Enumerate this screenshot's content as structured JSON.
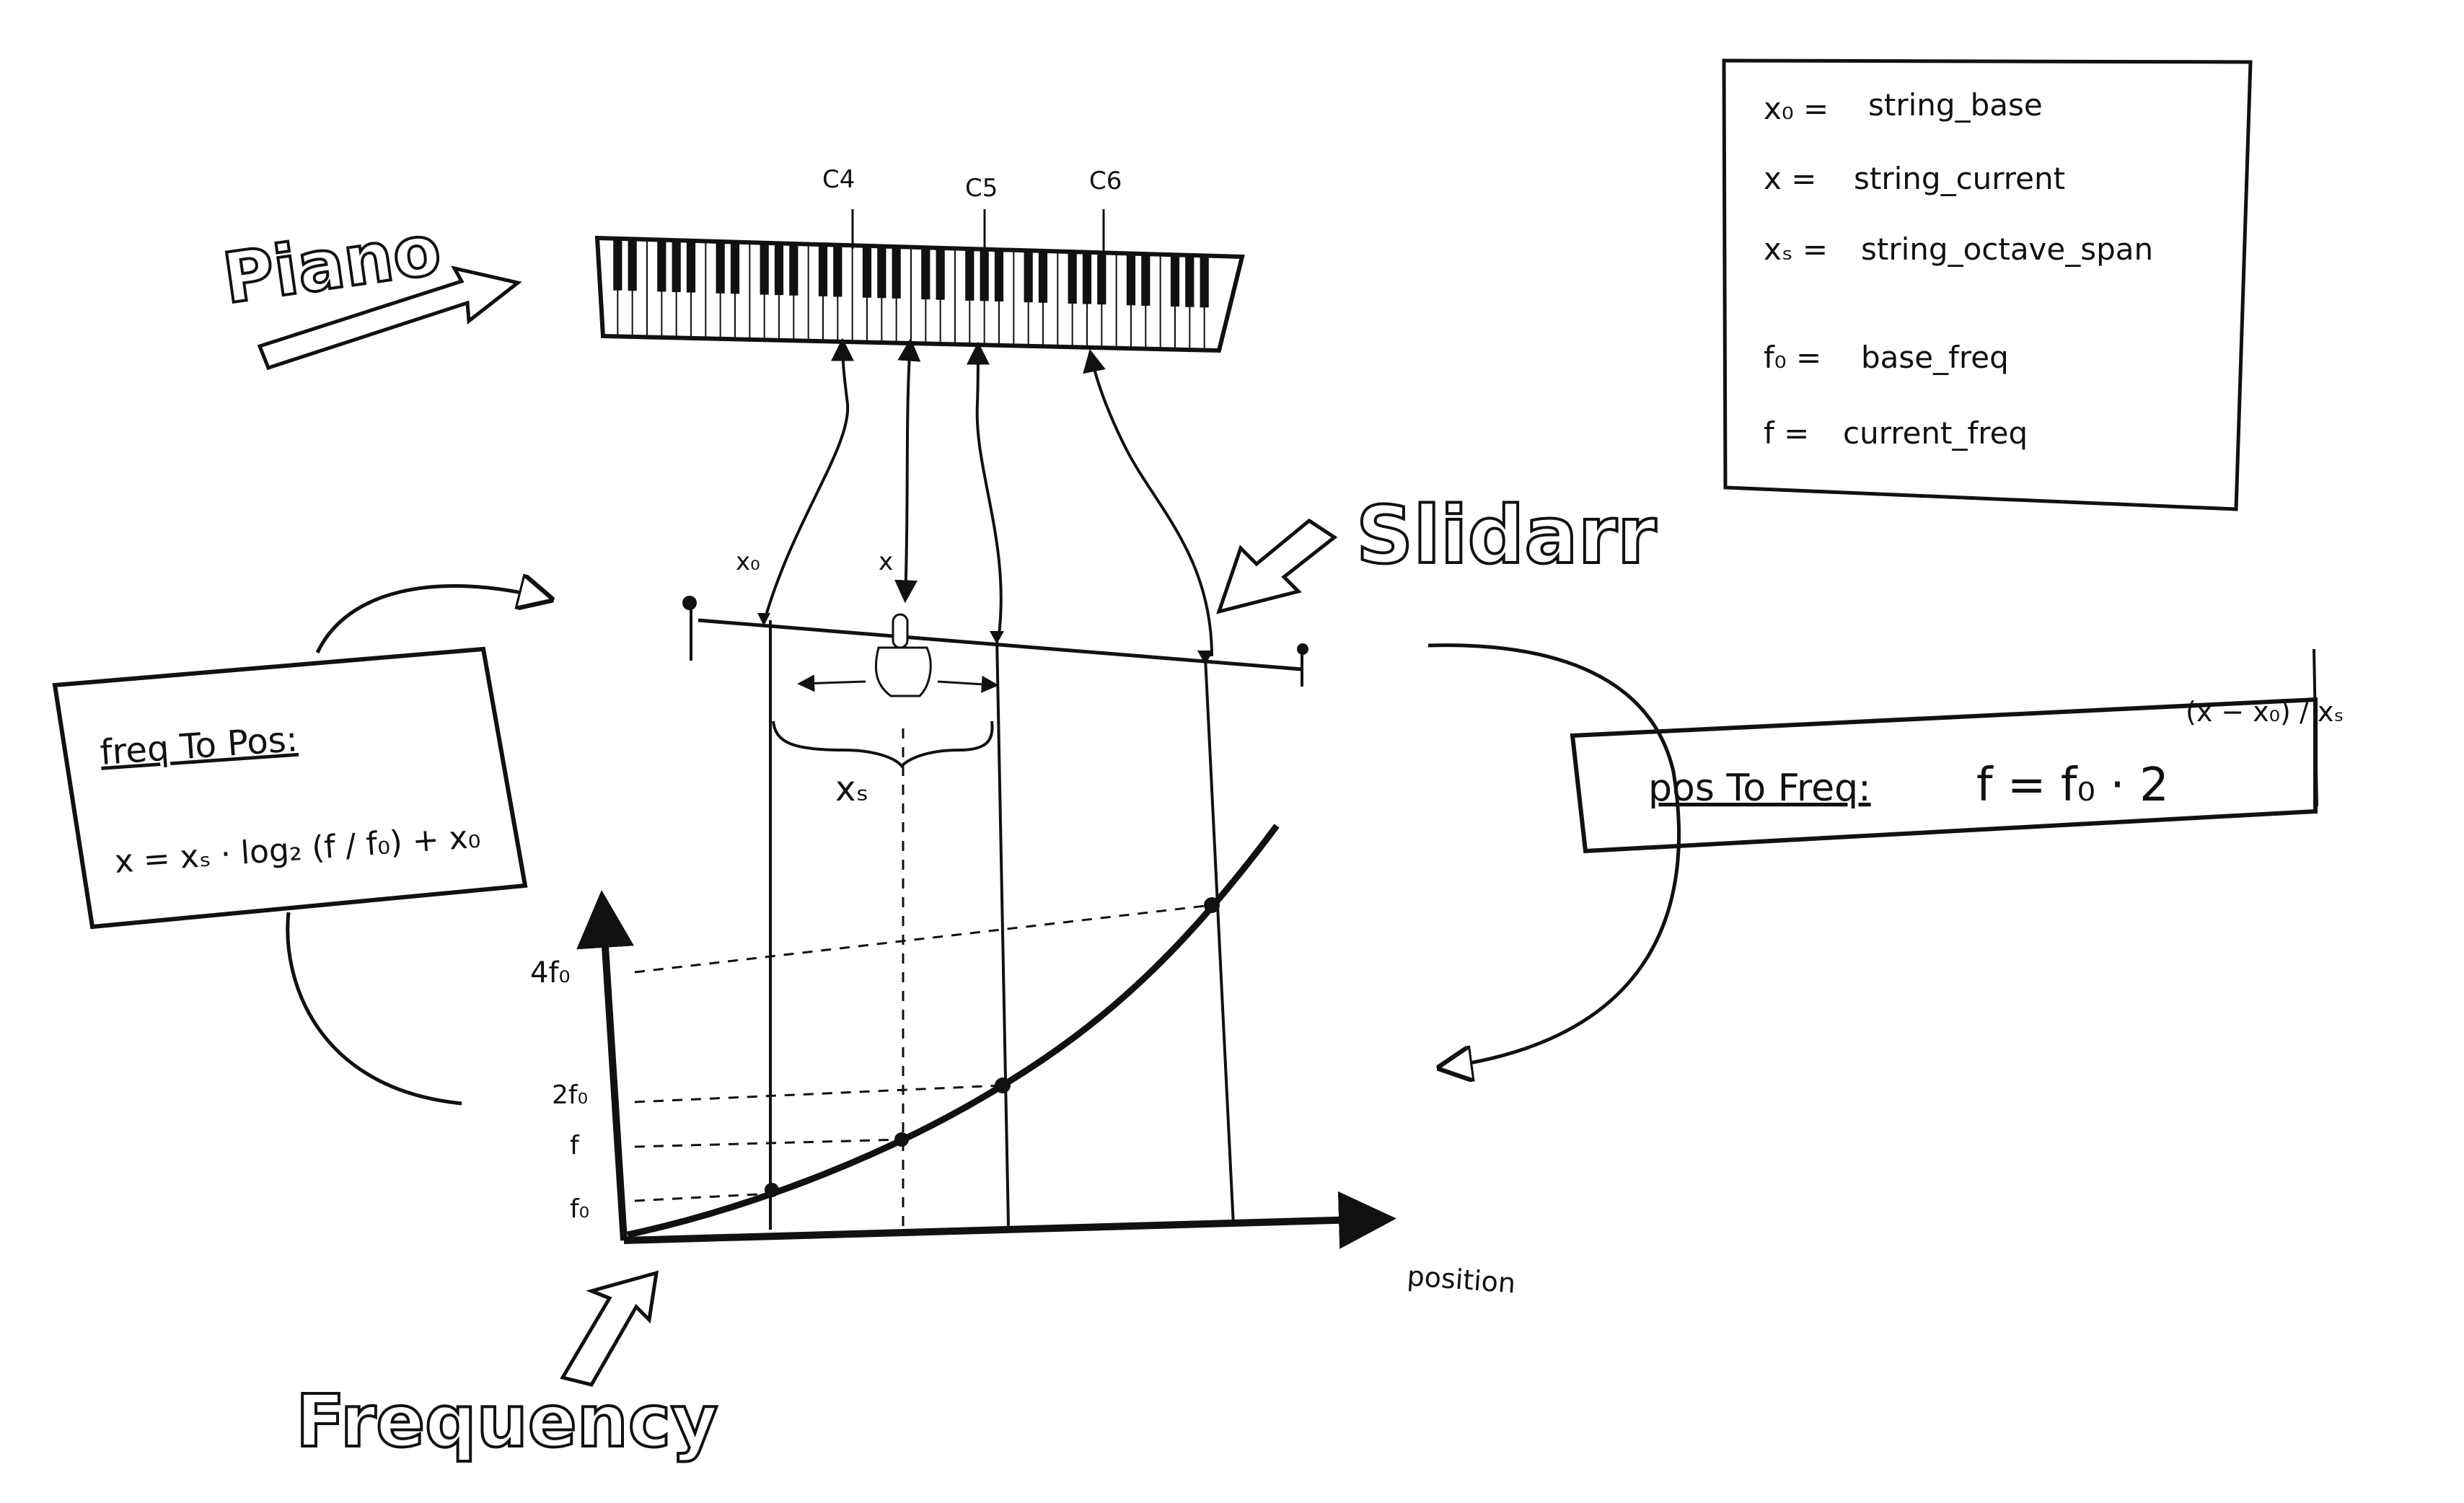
{
  "title_piano": "Piano",
  "title_slidarr": "Slidarr",
  "title_frequency": "Frequency",
  "piano": {
    "labels": [
      "C4",
      "C5",
      "C6"
    ]
  },
  "legend": {
    "rows": [
      {
        "sym": "x₀ =",
        "text": "string_base"
      },
      {
        "sym": "x =",
        "text": "string_current"
      },
      {
        "sym": "xₛ =",
        "text": "string_octave_span"
      },
      {
        "sym": "f₀ =",
        "text": "base_freq"
      },
      {
        "sym": "f =",
        "text": "current_freq"
      }
    ]
  },
  "freq_to_pos": {
    "label": "freq To Pos:",
    "formula": "x = xₛ · log₂ (f / f₀) + x₀"
  },
  "pos_to_freq": {
    "label": "pos To Freq:",
    "formula_base": "f = f₀ · 2",
    "exponent": "(x − x₀) / xₛ"
  },
  "slider": {
    "label_x0": "x₀",
    "label_x": "x",
    "label_xs": "xₛ"
  },
  "graph": {
    "ytick_4f0": "4f₀",
    "ytick_2f0": "2f₀",
    "ytick_f": "f",
    "ytick_f0": "f₀",
    "xlabel": "position"
  },
  "colors": {
    "ink": "#111111",
    "paper": "#ffffff"
  }
}
